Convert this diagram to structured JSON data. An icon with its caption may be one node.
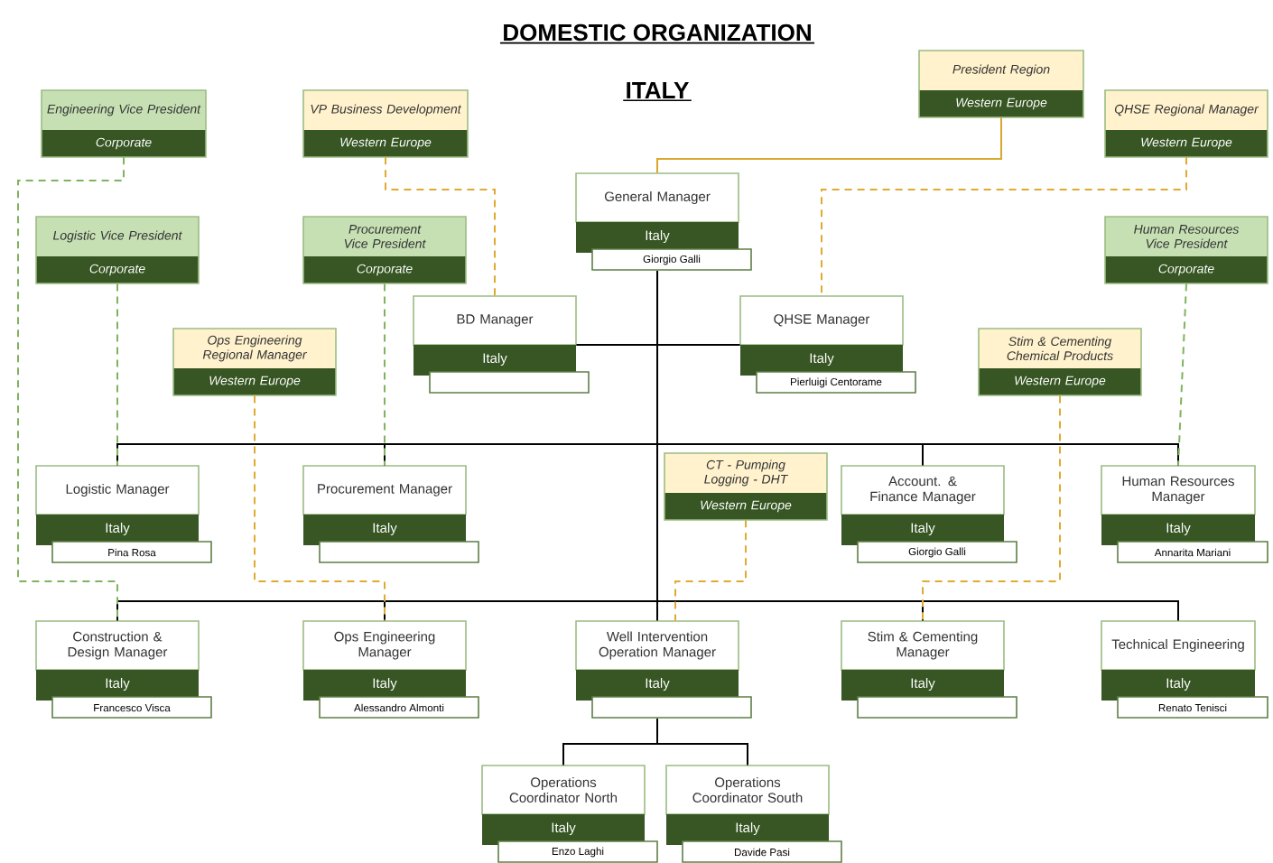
{
  "diagram": {
    "title": "DOMESTIC ORGANIZATION",
    "nodes": [
      {
        "text": [
          "Engineering Vice President",
          "Corporate"
        ]
      },
      {
        "text": [
          "VP Business Development",
          "Western Europe"
        ]
      },
      {
        "text": [
          "President Region",
          "Western Europe"
        ]
      },
      {
        "text": [
          "QHSE Regional Manager",
          "Western Europe"
        ]
      },
      {
        "text": [
          "General Manager",
          "Italy",
          "Giorgio Galli"
        ]
      },
      {
        "text": [
          "Logistic Vice President",
          "Corporate"
        ]
      },
      {
        "text": [
          "Procurement Vice President",
          "Corporate"
        ]
      },
      {
        "text": [
          "Human Resources Vice President",
          "Corporate"
        ]
      },
      {
        "text": [
          "BD Manager",
          "Italy"
        ]
      },
      {
        "text": [
          "QHSE Manager",
          "Italy",
          "Pierluigi Centorame"
        ]
      },
      {
        "text": [
          "Ops Engineering Regional Manager",
          "Western Europe"
        ]
      },
      {
        "text": [
          "Stim & Cementing Chemical Products",
          "Western Europe"
        ]
      },
      {
        "text": [
          "CT - Pumping Logging - DHT",
          "Western Europe"
        ]
      },
      {
        "text": [
          "Logistic Manager",
          "Italy",
          "Pina Rosa"
        ]
      },
      {
        "text": [
          "Procurement Manager",
          "Italy"
        ]
      },
      {
        "text": [
          "Account. & Finance Manager",
          "Italy",
          "Giorgio Galli"
        ]
      },
      {
        "text": [
          "Human Resources Manager",
          "Italy",
          "Annarita Mariani"
        ]
      },
      {
        "text": [
          "Construction & Design Manager",
          "Italy",
          "Francesco Visca"
        ]
      },
      {
        "text": [
          "Ops Engineering Manager",
          "Italy",
          "Alessandro Almonti"
        ]
      },
      {
        "text": [
          "Well Intervention Operation Manager",
          "Italy"
        ]
      },
      {
        "text": [
          "Stim & Cementing Manager",
          "Italy"
        ]
      },
      {
        "text": [
          "Technical Engineering",
          "Italy",
          "Renato Tenisci"
        ]
      },
      {
        "text": [
          "Operations Coordinator North",
          "Italy",
          "Enzo Laghi"
        ]
      },
      {
        "text": [
          "Operations Coordinator South",
          "Italy",
          "Davide Pasi"
        ]
      }
    ],
    "edges": [
      {
        "from": 4,
        "to": 8,
        "arrow": "none"
      },
      {
        "from": 4,
        "to": 9,
        "arrow": "none"
      },
      {
        "from": 4,
        "to": 13,
        "arrow": "none"
      },
      {
        "from": 4,
        "to": 14,
        "arrow": "none"
      },
      {
        "from": 4,
        "to": 15,
        "arrow": "none"
      },
      {
        "from": 4,
        "to": 16,
        "arrow": "none"
      },
      {
        "from": 4,
        "to": 17,
        "arrow": "none"
      },
      {
        "from": 4,
        "to": 18,
        "arrow": "none"
      },
      {
        "from": 4,
        "to": 19,
        "arrow": "none"
      },
      {
        "from": 4,
        "to": 20,
        "arrow": "none"
      },
      {
        "from": 4,
        "to": 21,
        "arrow": "none"
      },
      {
        "from": 19,
        "to": 22,
        "arrow": "none"
      },
      {
        "from": 19,
        "to": 23,
        "arrow": "none"
      },
      {
        "from": 2,
        "to": 4,
        "arrow": "none",
        "color": "#d9a62e"
      },
      {
        "from": 0,
        "to": 17,
        "arrow": "none",
        "style": "dashed",
        "color": "#7fb35f"
      },
      {
        "from": 1,
        "to": 8,
        "arrow": "none",
        "style": "dashed",
        "color": "#e0aa30"
      },
      {
        "from": 3,
        "to": 9,
        "arrow": "none",
        "style": "dashed",
        "color": "#e0aa30"
      },
      {
        "from": 5,
        "to": 13,
        "arrow": "none",
        "style": "dashed",
        "color": "#7fb35f"
      },
      {
        "from": 6,
        "to": 14,
        "arrow": "none",
        "style": "dashed",
        "color": "#7fb35f"
      },
      {
        "from": 7,
        "to": 16,
        "arrow": "none",
        "style": "dashed",
        "color": "#7fb35f"
      },
      {
        "from": 10,
        "to": 18,
        "arrow": "none",
        "style": "dashed",
        "color": "#e0aa30"
      },
      {
        "from": 11,
        "to": 20,
        "arrow": "none",
        "style": "dashed",
        "color": "#e0aa30"
      },
      {
        "from": 12,
        "to": 19,
        "arrow": "none",
        "style": "dashed",
        "color": "#e0aa30"
      }
    ],
    "labels": [
      "ITALY"
    ]
  }
}
